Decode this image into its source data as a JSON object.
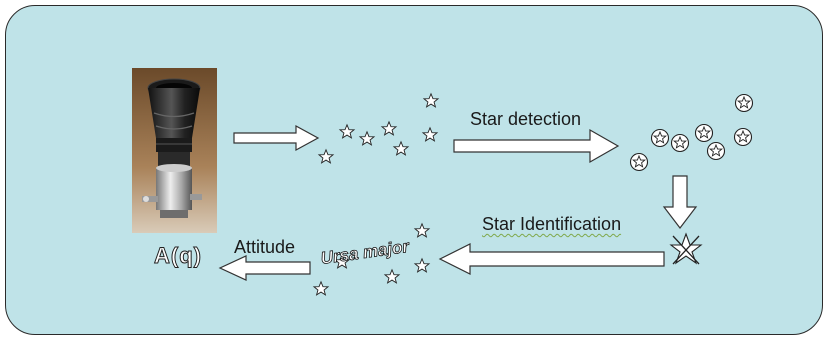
{
  "labels": {
    "star_detection": "Star detection",
    "star_identification": "Star Identification",
    "attitude": "Attitude",
    "quaternion": "A(q)",
    "constellation": "Ursa major"
  },
  "colors": {
    "panel_background": "#bfe3e8",
    "panel_border": "#2a2a2a",
    "arrow_fill": "#ffffff",
    "arrow_stroke": "#333333",
    "star_stroke": "#222222"
  },
  "icons": {
    "camera": "star-tracker-camera-photo",
    "star": "star-outline-icon",
    "detected_star": "circled-star-icon",
    "arrow": "block-arrow-icon"
  }
}
